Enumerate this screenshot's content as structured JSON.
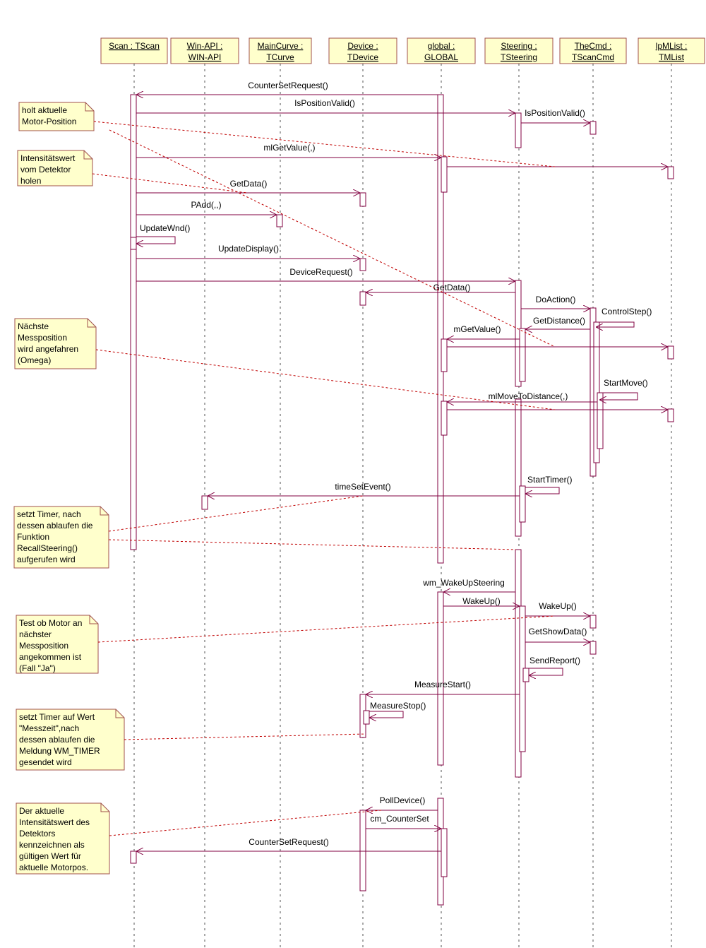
{
  "colors": {
    "object_fill": "#ffffcc",
    "object_border": "#a0524d",
    "lifeline": "#505050",
    "line": "#800040",
    "note_fill": "#ffffcc",
    "note_border": "#a0524d",
    "connector": "#c00000"
  },
  "objects": [
    {
      "id": "scan",
      "line1": "Scan : TScan",
      "line2": ""
    },
    {
      "id": "winapi",
      "line1": "Win-API :",
      "line2": "WIN-API"
    },
    {
      "id": "maincurve",
      "line1": "MainCurve :",
      "line2": "TCurve"
    },
    {
      "id": "device",
      "line1": "Device :",
      "line2": "TDevice"
    },
    {
      "id": "global",
      "line1": "global :",
      "line2": "GLOBAL"
    },
    {
      "id": "steering",
      "line1": "Steering :",
      "line2": "TSteering"
    },
    {
      "id": "thecmd",
      "line1": "TheCmd :",
      "line2": "TScanCmd"
    },
    {
      "id": "lpmlist",
      "line1": "lpMList :",
      "line2": "TMList"
    }
  ],
  "messages": [
    {
      "id": "m01",
      "text": "CounterSetRequest()"
    },
    {
      "id": "m02",
      "text": "IsPositionValid()"
    },
    {
      "id": "m03",
      "text": "IsPositionValid()"
    },
    {
      "id": "m04",
      "text": "mlGetValue(,)"
    },
    {
      "id": "m05",
      "text": "GetData()"
    },
    {
      "id": "m06",
      "text": "PAdd(,,)"
    },
    {
      "id": "m07",
      "text": "UpdateWnd()"
    },
    {
      "id": "m08",
      "text": "UpdateDisplay()"
    },
    {
      "id": "m09",
      "text": "DeviceRequest()"
    },
    {
      "id": "m10",
      "text": "GetData()"
    },
    {
      "id": "m11",
      "text": "DoAction()"
    },
    {
      "id": "m12",
      "text": "ControlStep()"
    },
    {
      "id": "m13",
      "text": "GetDistance()"
    },
    {
      "id": "m14",
      "text": "mGetValue()"
    },
    {
      "id": "m15",
      "text": "StartMove()"
    },
    {
      "id": "m16",
      "text": "mlMoveToDistance(,)"
    },
    {
      "id": "m17",
      "text": "StartTimer()"
    },
    {
      "id": "m18",
      "text": "timeSetEvent()"
    },
    {
      "id": "m19",
      "text": "wm_WakeUpSteering"
    },
    {
      "id": "m20",
      "text": "WakeUp()"
    },
    {
      "id": "m21",
      "text": "WakeUp()"
    },
    {
      "id": "m22",
      "text": "GetShowData()"
    },
    {
      "id": "m23",
      "text": "SendReport()"
    },
    {
      "id": "m24",
      "text": "MeasureStart()"
    },
    {
      "id": "m25",
      "text": "MeasureStop()"
    },
    {
      "id": "m26",
      "text": "PollDevice()"
    },
    {
      "id": "m27",
      "text": "cm_CounterSet"
    },
    {
      "id": "m28",
      "text": "CounterSetRequest()"
    }
  ],
  "notes": [
    {
      "id": "n1",
      "lines": [
        "holt aktuelle",
        "Motor-Position"
      ]
    },
    {
      "id": "n2",
      "lines": [
        "Intensitätswert",
        "vom Detektor",
        "holen"
      ]
    },
    {
      "id": "n3",
      "lines": [
        "Nächste",
        "Messposition",
        "wird angefahren",
        "(Omega)"
      ]
    },
    {
      "id": "n4",
      "lines": [
        "setzt Timer, nach",
        "dessen ablaufen die",
        "Funktion",
        "RecallSteering()",
        "aufgerufen wird"
      ]
    },
    {
      "id": "n5",
      "lines": [
        "Test ob Motor an",
        "nächster",
        "Messposition",
        "angekommen ist",
        "(Fall \"Ja\")"
      ]
    },
    {
      "id": "n6",
      "lines": [
        "setzt Timer auf Wert",
        "\"Messzeit\",nach",
        "dessen ablaufen die",
        "Meldung WM_TIMER",
        "gesendet wird"
      ]
    },
    {
      "id": "n7",
      "lines": [
        "Der aktuelle",
        "Intensitätswert des",
        "Detektors",
        "kennzeichnen als",
        "gültigen Wert für",
        "aktuelle Motorpos."
      ]
    }
  ]
}
